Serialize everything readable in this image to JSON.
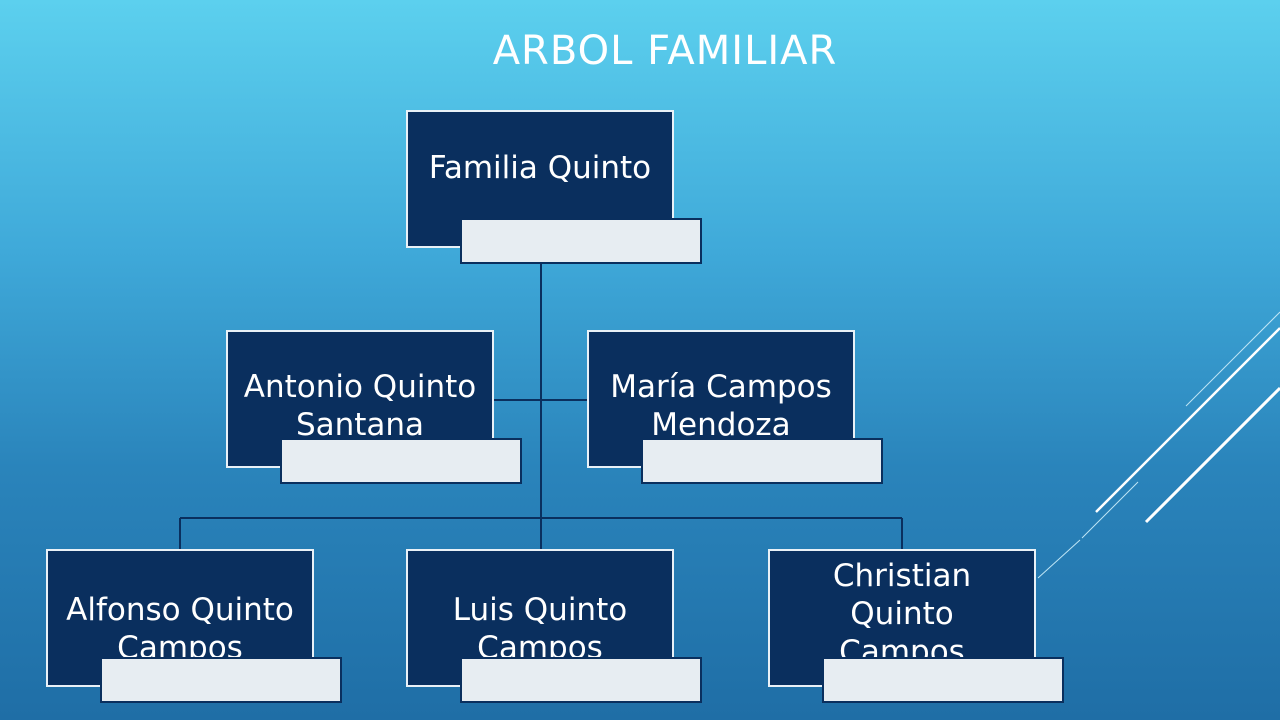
{
  "title": "ARBOL FAMILIAR",
  "tree": {
    "root": {
      "label": "Familia Quinto",
      "tag": ""
    },
    "parents": [
      {
        "lines": [
          "Antonio Quinto",
          "Santana"
        ],
        "tag": ""
      },
      {
        "lines": [
          "María Campos",
          "Mendoza"
        ],
        "tag": ""
      }
    ],
    "children": [
      {
        "lines": [
          "Alfonso Quinto",
          "Campos"
        ],
        "tag": ""
      },
      {
        "lines": [
          "Luis Quinto",
          "Campos"
        ],
        "tag": ""
      },
      {
        "lines": [
          "Christian",
          "Quinto",
          "Campos"
        ],
        "tag": ""
      }
    ]
  },
  "colors": {
    "node_fill": "#0a2f5e",
    "node_border": "#e9f1f7",
    "tag_fill": "#e7edf2",
    "connector": "#0a2f5e",
    "title_text": "#ffffff"
  }
}
